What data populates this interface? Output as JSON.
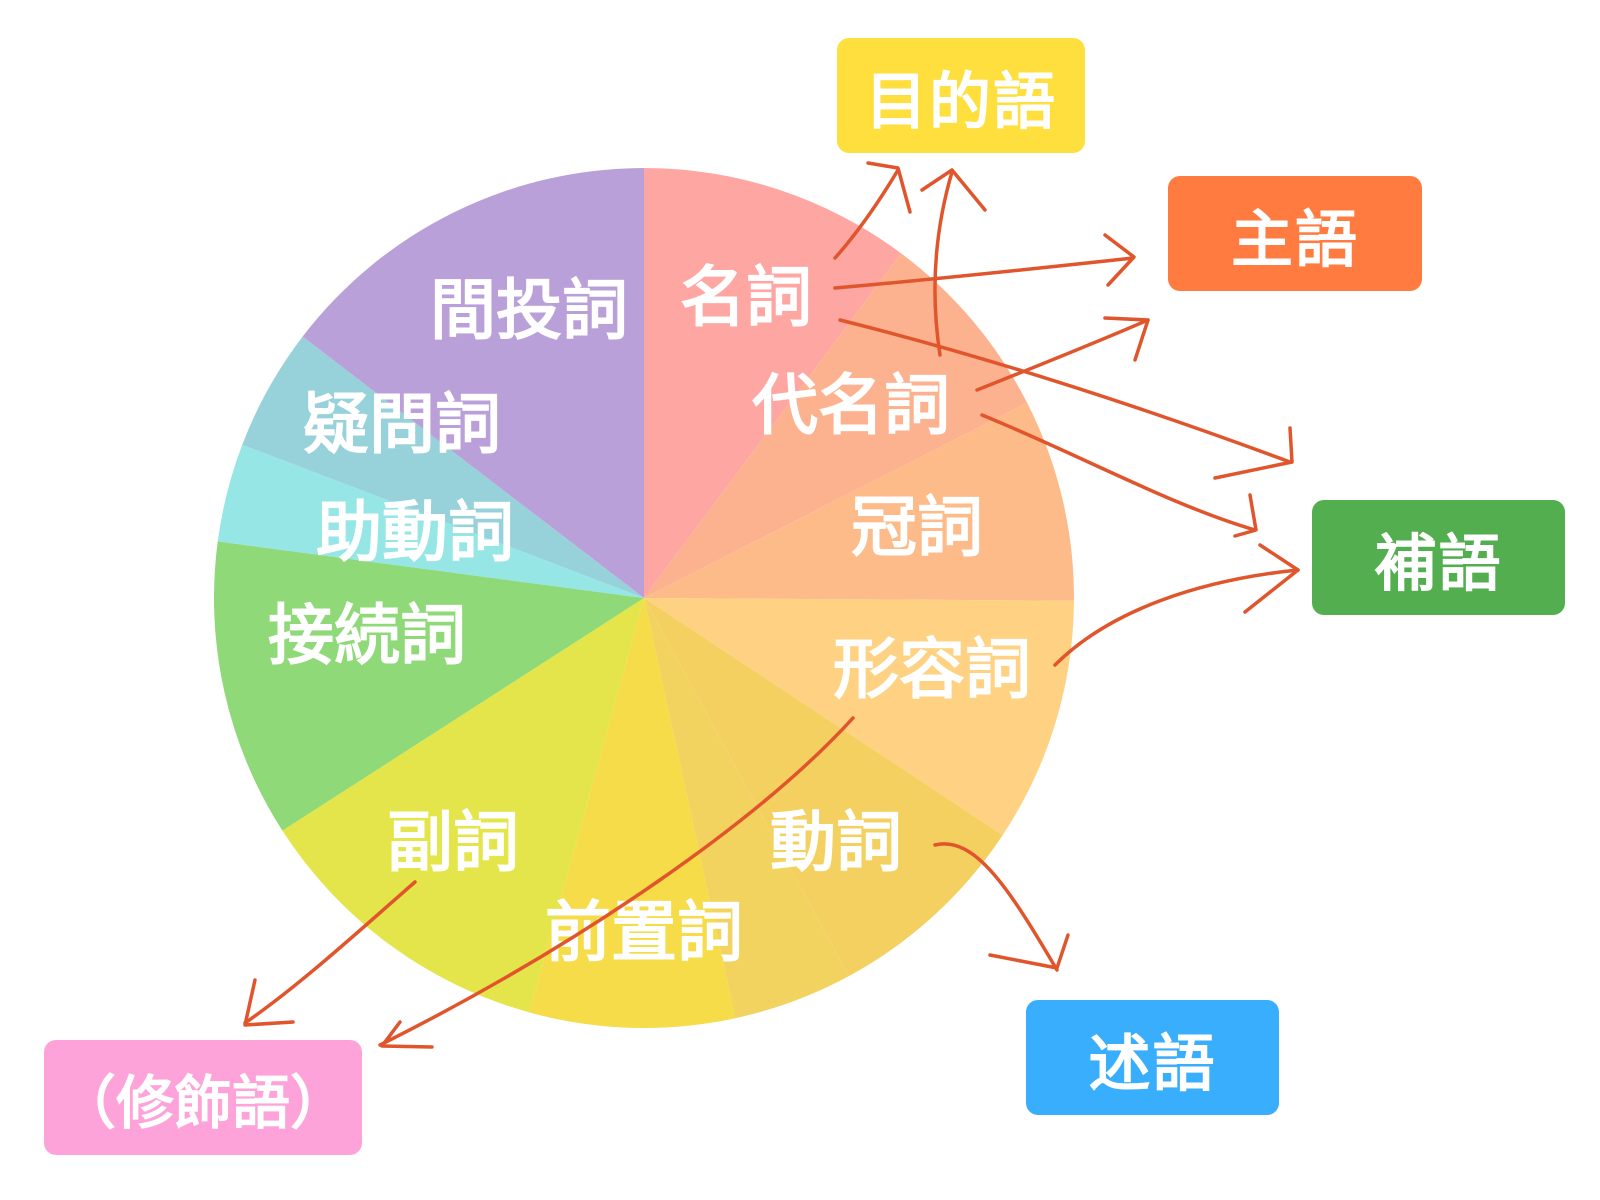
{
  "chart_data": {
    "type": "pie",
    "start_angle_deg": 0,
    "slices": [
      {
        "label": "名詞",
        "value": 10.2,
        "color": "#fea6a2"
      },
      {
        "label": "代名詞",
        "value": 7.3,
        "color": "#fdb28f"
      },
      {
        "label": "冠詞",
        "value": 7.6,
        "color": "#fdbb89"
      },
      {
        "label": "形容詞",
        "value": 9.2,
        "color": "#fed282"
      },
      {
        "label": "動詞",
        "value": 7.8,
        "color": "#f4d060"
      },
      {
        "label": "",
        "value": 4.5,
        "color": "#f3d35f"
      },
      {
        "label": "前置詞",
        "value": 7.7,
        "color": "#f5dc48"
      },
      {
        "label": "副詞",
        "value": 11.6,
        "color": "#e4e54a"
      },
      {
        "label": "接続詞",
        "value": 11.2,
        "color": "#8fd979"
      },
      {
        "label": "助動詞",
        "value": 3.7,
        "color": "#95e6e5"
      },
      {
        "label": "疑問詞",
        "value": 4.6,
        "color": "#97d2db"
      },
      {
        "label": "間投詞",
        "value": 14.6,
        "color": "#baa0d8"
      }
    ]
  },
  "pie_labels": {
    "meishi": "名詞",
    "daimeishi": "代名詞",
    "kanshi": "冠詞",
    "keiyoushi": "形容詞",
    "doushi": "動詞",
    "zenchishi": "前置詞",
    "fukushi": "副詞",
    "setsuzokushi": "接続詞",
    "jodoushi": "助動詞",
    "gimonshi": "疑問詞",
    "kantoushi": "間投詞"
  },
  "roles": {
    "mokutekigo": {
      "label": "目的語",
      "color": "#fedf3e"
    },
    "shugo": {
      "label": "主語",
      "color": "#ff7b3f"
    },
    "hogo": {
      "label": "補語",
      "color": "#53ae50"
    },
    "jutsugo": {
      "label": "述語",
      "color": "#39aefd"
    },
    "shushokugo": {
      "label": "（修飾語）",
      "color": "#fda3da"
    }
  },
  "colors": {
    "arrow": "#e0552b"
  }
}
